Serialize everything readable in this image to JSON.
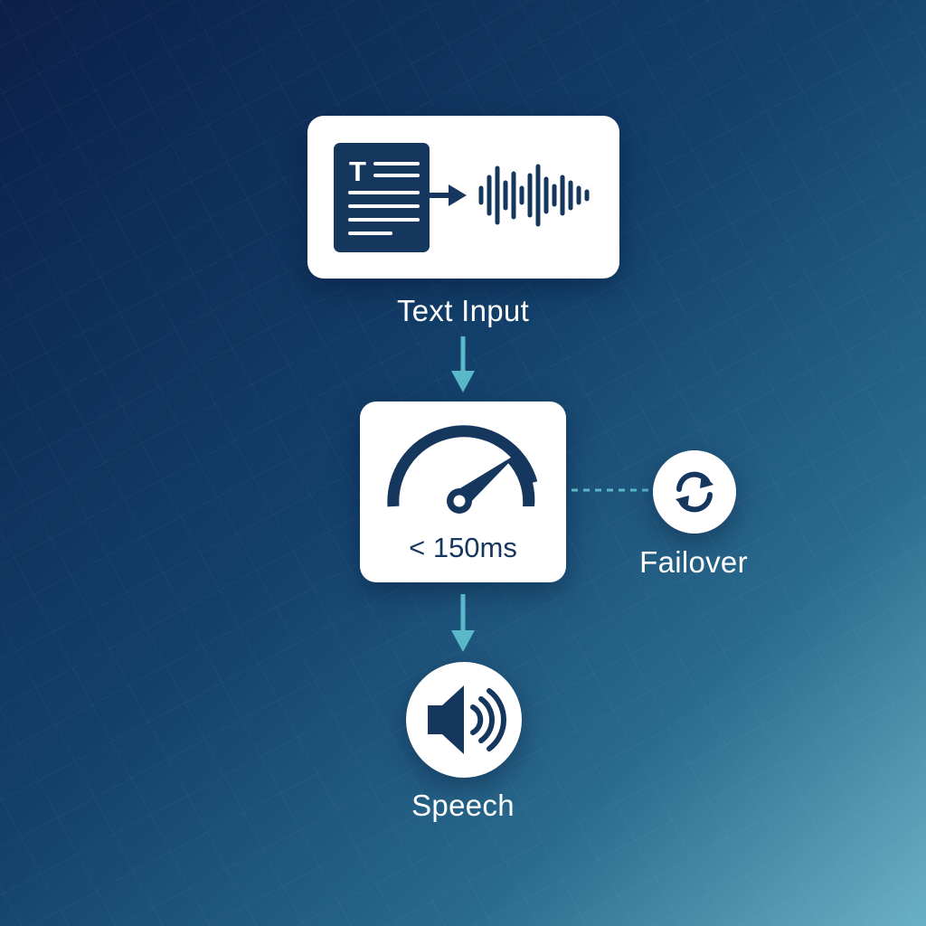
{
  "nodes": {
    "text_input": {
      "label": "Text Input",
      "icon": "document-to-waveform-icon",
      "doc_letter": "T"
    },
    "latency": {
      "value": "< 150ms",
      "icon": "speedometer-gauge-icon"
    },
    "failover": {
      "label": "Failover",
      "icon": "refresh-cycle-icon"
    },
    "speech": {
      "label": "Speech",
      "icon": "speaker-sound-icon"
    }
  },
  "colors": {
    "primary_navy": "#16375d",
    "connector_teal": "#5ab8c8",
    "card_background": "#ffffff",
    "label_text": "#ffffff"
  }
}
